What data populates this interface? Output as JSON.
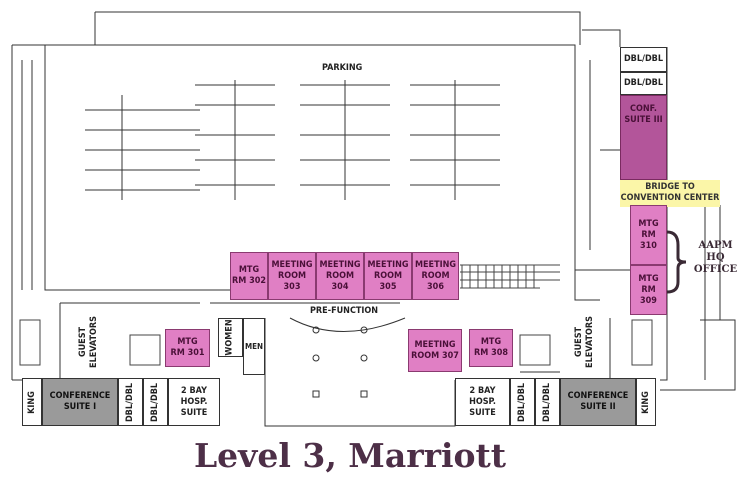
{
  "title": "Level 3, Marriott",
  "areas": {
    "parking": "PARKING",
    "prefunction": "PRE-FUNCTION",
    "women": "WOMEN",
    "men": "MEN",
    "guest_elevators": "GUEST\nELEVATORS"
  },
  "rooms": {
    "rm302": "MTG\nRM 302",
    "rm303": "MEETING\nROOM 303",
    "rm304": "MEETING\nROOM 304",
    "rm305": "MEETING\nROOM 305",
    "rm306": "MEETING\nROOM 306",
    "rm301": "MTG\nRM 301",
    "rm307": "MEETING\nROOM 307",
    "rm308": "MTG\nRM 308",
    "rm310": "MTG\nRM\n310",
    "rm309": "MTG\nRM\n309",
    "conf1": "CONFERENCE\nSUITE I",
    "conf2": "CONFERENCE\nSUITE II",
    "conf3": "CONF.\nSUITE III",
    "king": "KING",
    "dbl": "DBL/DBL",
    "hosp": "2 BAY\nHOSP.\nSUITE"
  },
  "bridge": "BRIDGE TO\nCONVENTION CENTER",
  "aapm": "AAPM\nHQ\nOFFICE",
  "colors": {
    "meeting": "#e07fc4",
    "conf3": "#b3559a",
    "conference": "#9a9a9a",
    "bridge": "#fbf6a8",
    "title": "#4d2f47"
  }
}
